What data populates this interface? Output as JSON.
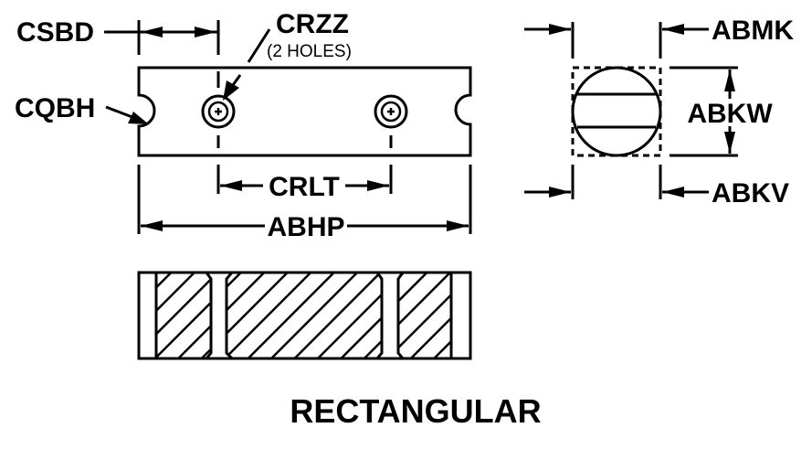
{
  "drawing": {
    "title": "RECTANGULAR",
    "colors": {
      "ink": "#000000",
      "paper": "#ffffff"
    },
    "labels": {
      "csbd": "CSBD",
      "crzz": "CRZZ",
      "crzz_note": "(2 HOLES)",
      "cqbh": "CQBH",
      "crlt": "CRLT",
      "abhp": "ABHP",
      "abmk": "ABMK",
      "abkw": "ABKW",
      "abkv": "ABKV"
    }
  }
}
